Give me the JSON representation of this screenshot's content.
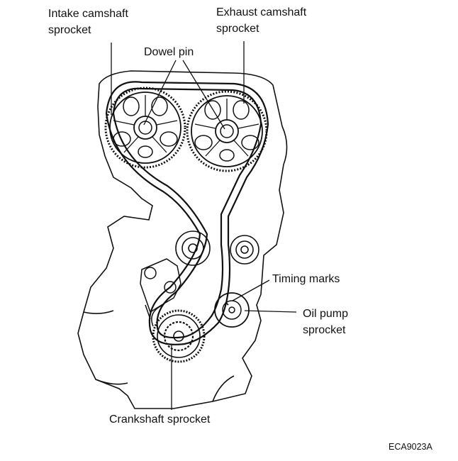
{
  "labels": {
    "intake_line1": "Intake camshaft",
    "intake_line2": "sprocket",
    "exhaust_line1": "Exhaust camshaft",
    "exhaust_line2": "sprocket",
    "dowel_pin": "Dowel pin",
    "timing_marks": "Timing marks",
    "oil_pump_line1": "Oil pump",
    "oil_pump_line2": "sprocket",
    "crankshaft": "Crankshaft sprocket",
    "figure_code": "ECA9023A"
  },
  "colors": {
    "ink": "#111111",
    "background": "#ffffff"
  }
}
